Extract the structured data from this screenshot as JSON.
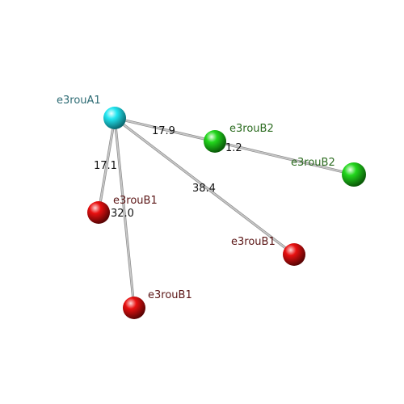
{
  "colors": {
    "cyan_atom": "#22e6f0",
    "green_atom": "#22d61c",
    "red_atom": "#e81010",
    "cyan_label": "#2d6b74",
    "green_label": "#2b6b1f",
    "red_label": "#5b1616",
    "bond": "#c8c8c8"
  },
  "nodes": [
    {
      "id": "a1",
      "label": "e3rouA1",
      "kind": "cyan"
    },
    {
      "id": "b2a",
      "label": "e3rouB2",
      "kind": "green"
    },
    {
      "id": "b2b",
      "label": "e3rouB2",
      "kind": "green"
    },
    {
      "id": "b1a",
      "label": "e3rouB1",
      "kind": "red"
    },
    {
      "id": "b1b",
      "label": "e3rouB1",
      "kind": "red"
    },
    {
      "id": "b1c",
      "label": "e3rouB1",
      "kind": "red"
    }
  ],
  "edges": [
    {
      "from": "a1",
      "to": "b2a",
      "label": "17.9"
    },
    {
      "from": "b2a",
      "to": "b2b",
      "label": "1.2"
    },
    {
      "from": "a1",
      "to": "b1a",
      "label": "17.1"
    },
    {
      "from": "a1",
      "to": "b1b",
      "label": "38.4"
    },
    {
      "from": "a1",
      "to": "b1c",
      "label": "32.0"
    }
  ]
}
